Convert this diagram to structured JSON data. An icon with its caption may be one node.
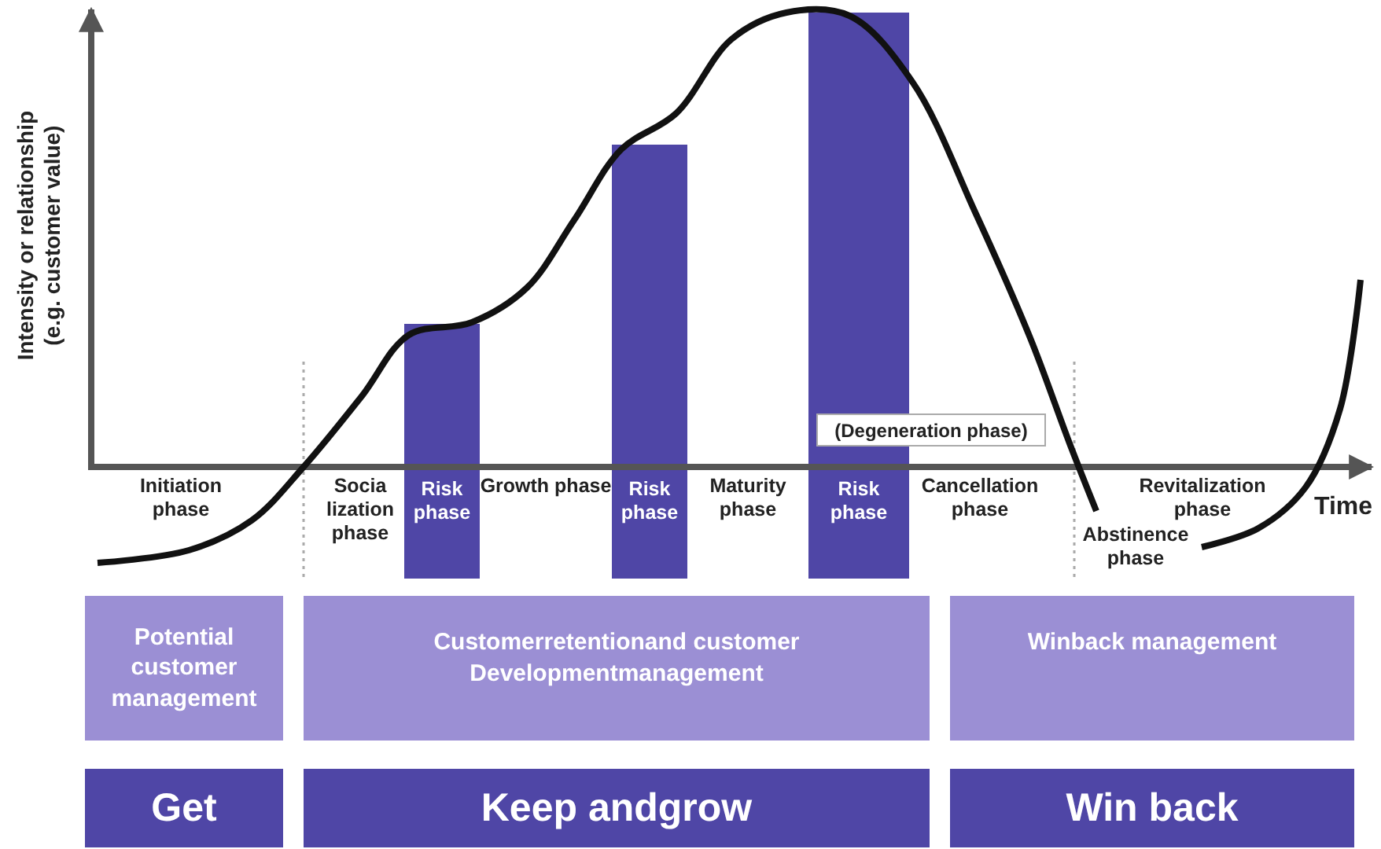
{
  "diagram": {
    "nodes": [
      {
        "text": [
          "Risk phase"
        ]
      },
      {
        "text": [
          "Risk phase"
        ]
      },
      {
        "text": [
          "Risk phase"
        ]
      },
      {
        "text": [
          "(Degeneration phase)"
        ]
      },
      {
        "text": [
          "Potential customer management"
        ]
      },
      {
        "text": [
          "Customerretentionand customer Developmentmanagement"
        ]
      },
      {
        "text": [
          "Winback management"
        ]
      },
      {
        "text": [
          "Get"
        ]
      },
      {
        "text": [
          "Keep andgrow"
        ]
      },
      {
        "text": [
          "Win back"
        ]
      }
    ],
    "labels": [
      "Intensity or relationship (e.g. customer value)",
      "Time",
      "Initiation phase",
      "Socia lization phase",
      "Growth phase",
      "Maturity phase",
      "Cancellation phase",
      "Revitalization phase",
      "Abstinence phase"
    ]
  }
}
